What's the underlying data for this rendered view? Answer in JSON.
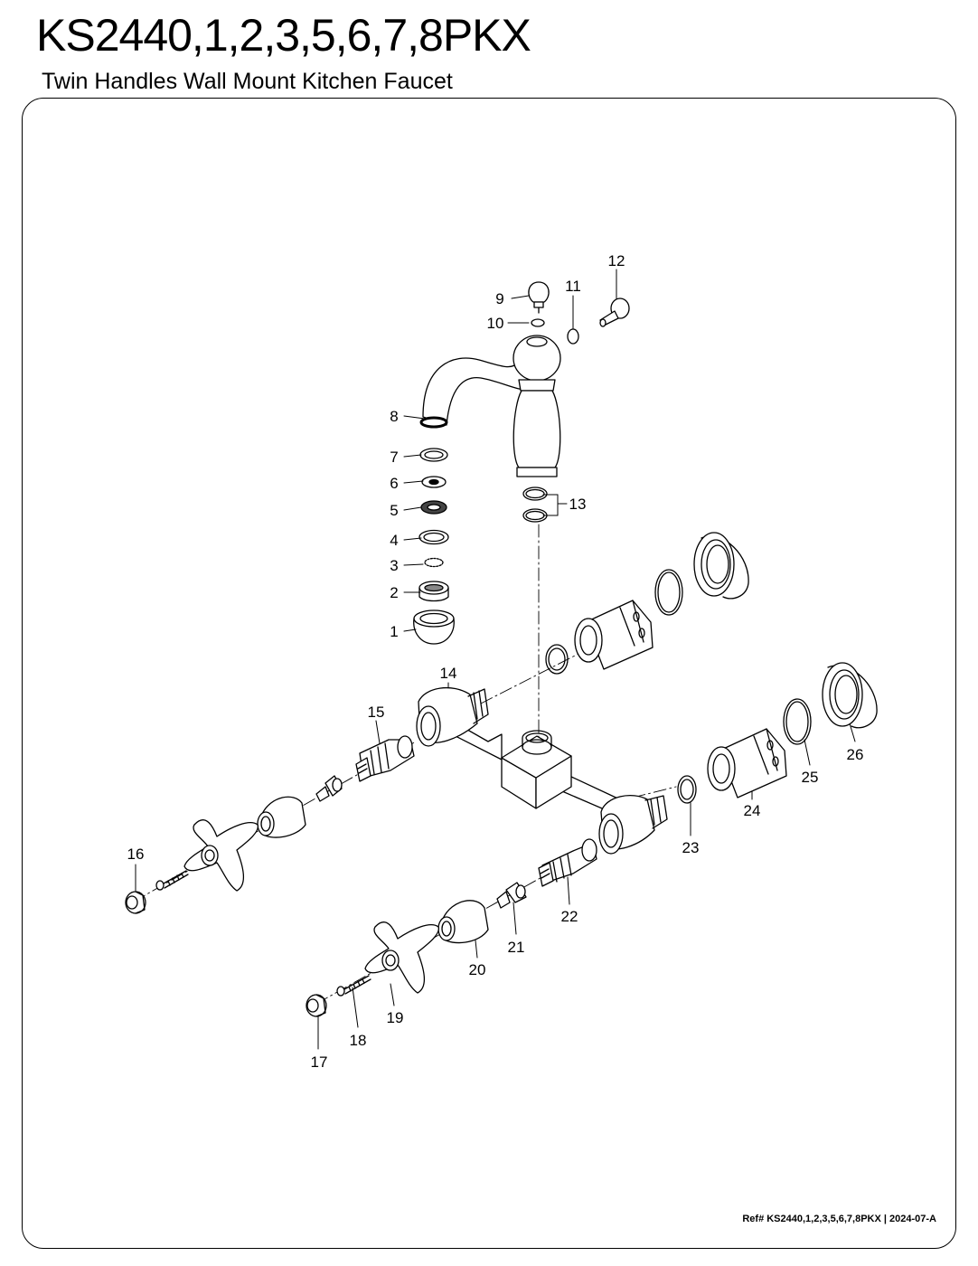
{
  "header": {
    "model": "KS2440,1,2,3,5,6,7,8PKX",
    "description": "Twin Handles Wall Mount Kitchen Faucet"
  },
  "footer": {
    "reference": "Ref# KS2440,1,2,3,5,6,7,8PKX | 2024-07-A"
  },
  "callouts": [
    {
      "id": "c1",
      "text": "1"
    },
    {
      "id": "c2",
      "text": "2"
    },
    {
      "id": "c3",
      "text": "3"
    },
    {
      "id": "c4",
      "text": "4"
    },
    {
      "id": "c5",
      "text": "5"
    },
    {
      "id": "c6",
      "text": "6"
    },
    {
      "id": "c7",
      "text": "7"
    },
    {
      "id": "c8",
      "text": "8"
    },
    {
      "id": "c9",
      "text": "9"
    },
    {
      "id": "c10",
      "text": "10"
    },
    {
      "id": "c11",
      "text": "11"
    },
    {
      "id": "c12",
      "text": "12"
    },
    {
      "id": "c13",
      "text": "13"
    },
    {
      "id": "c14",
      "text": "14"
    },
    {
      "id": "c15",
      "text": "15"
    },
    {
      "id": "c16",
      "text": "16"
    },
    {
      "id": "c17",
      "text": "17"
    },
    {
      "id": "c18",
      "text": "18"
    },
    {
      "id": "c19",
      "text": "19"
    },
    {
      "id": "c20",
      "text": "20"
    },
    {
      "id": "c21",
      "text": "21"
    },
    {
      "id": "c22",
      "text": "22"
    },
    {
      "id": "c23",
      "text": "23"
    },
    {
      "id": "c24",
      "text": "24"
    },
    {
      "id": "c25",
      "text": "25"
    },
    {
      "id": "c26",
      "text": "26"
    }
  ]
}
